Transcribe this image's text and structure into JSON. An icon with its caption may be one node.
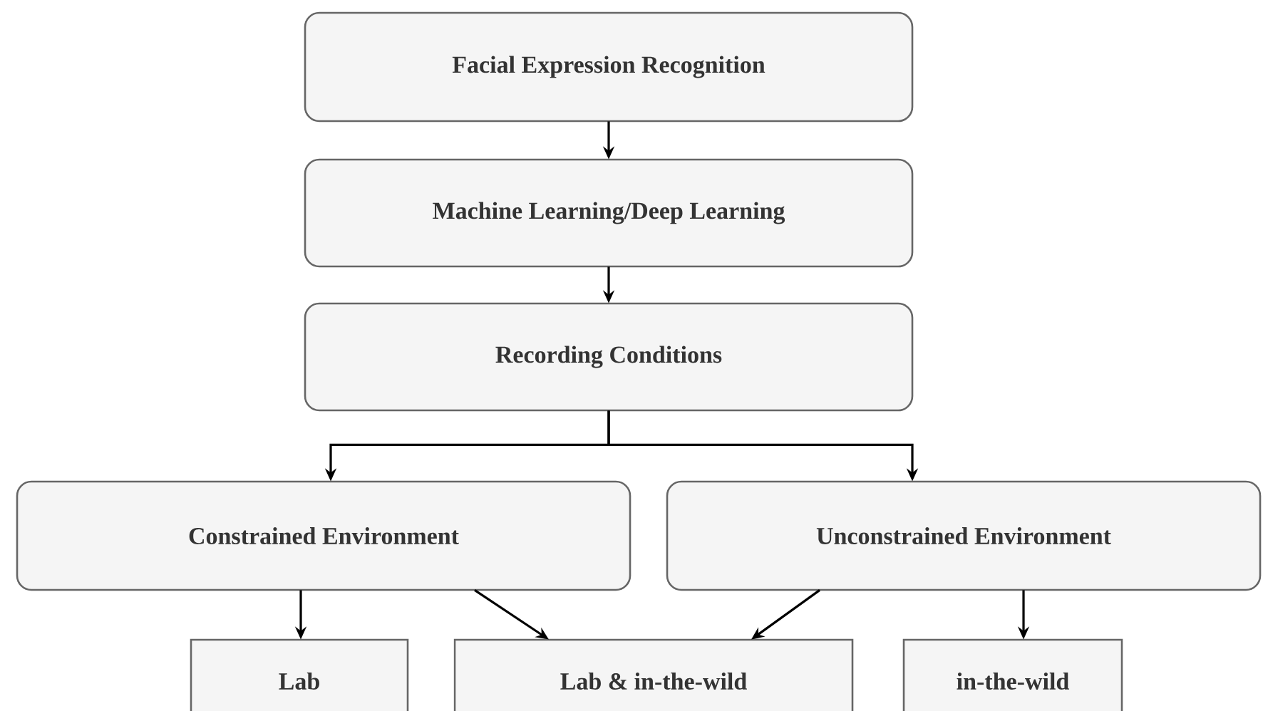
{
  "diagram": {
    "nodes": [
      {
        "text": [
          "Facial Expression Recognition"
        ]
      },
      {
        "text": [
          "Machine Learning/Deep Learning"
        ]
      },
      {
        "text": [
          "Recording Conditions"
        ]
      },
      {
        "text": [
          "Constrained Environment"
        ]
      },
      {
        "text": [
          "Unconstrained Environment"
        ]
      },
      {
        "text": [
          "Lab"
        ]
      },
      {
        "text": [
          "Lab & in-the-wild"
        ]
      },
      {
        "text": [
          "in-the-wild"
        ]
      }
    ],
    "edges": [
      {
        "from": 0,
        "to": 1,
        "arrow": "to"
      },
      {
        "from": 1,
        "to": 2,
        "arrow": "to"
      },
      {
        "from": 2,
        "to": 3,
        "arrow": "to"
      },
      {
        "from": 2,
        "to": 4,
        "arrow": "to"
      },
      {
        "from": 3,
        "to": 5,
        "arrow": "to"
      },
      {
        "from": 3,
        "to": 6,
        "arrow": "to"
      },
      {
        "from": 4,
        "to": 6,
        "arrow": "to"
      },
      {
        "from": 4,
        "to": 7,
        "arrow": "to"
      }
    ]
  }
}
